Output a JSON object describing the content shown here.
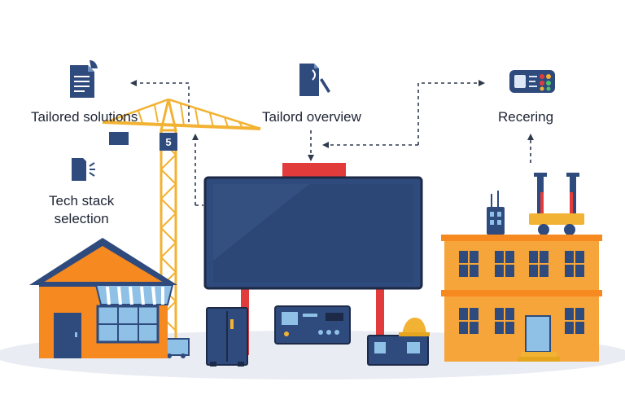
{
  "labels": {
    "tailored_solutions": "Tailored solutions",
    "tailord_overview": "Tailord overview",
    "recering": "Recering",
    "tech_stack_line1": "Tech stack",
    "tech_stack_line2": "selection"
  },
  "crane_badge": "5",
  "icons": [
    "document-icon",
    "pen-document-icon",
    "control-panel-icon",
    "phone-icon"
  ],
  "colors": {
    "navy": "#2f4a7d",
    "orange": "#f6891f",
    "crane_yellow": "#f2b233",
    "red": "#e23b3b",
    "ground": "#e9edf3",
    "light_blue": "#8fc1e6"
  }
}
